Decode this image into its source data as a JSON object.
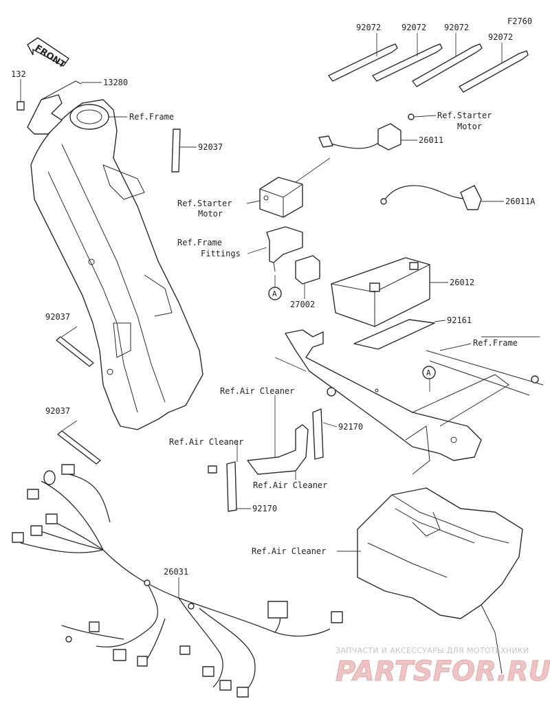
{
  "figure_code": "F2760",
  "front_label": "FRONT",
  "callouts": {
    "c_132": "132",
    "c_13280": "13280",
    "c_ref_frame_top": "Ref.Frame",
    "c_92037_top": "92037",
    "c_92072_1": "92072",
    "c_92072_2": "92072",
    "c_92072_3": "92072",
    "c_92072_4": "92072",
    "c_ref_starter_right_1": "Ref.Starter",
    "c_ref_starter_right_2": "Motor",
    "c_26011": "26011",
    "c_ref_starter_left_1": "Ref.Starter",
    "c_ref_starter_left_2": "Motor",
    "c_26011A": "26011A",
    "c_ref_frame_fittings_1": "Ref.Frame",
    "c_ref_frame_fittings_2": "Fittings",
    "c_26012": "26012",
    "c_27002": "27002",
    "c_92161": "92161",
    "c_92037_mid": "92037",
    "c_ref_frame_right": "Ref.Frame",
    "c_ref_air_cleaner_1": "Ref.Air Cleaner",
    "c_92037_low": "92037",
    "c_92170_a": "92170",
    "c_ref_air_cleaner_2": "Ref.Air Cleaner",
    "c_ref_air_cleaner_3": "Ref.Air Cleaner",
    "c_92170_b": "92170",
    "c_ref_air_cleaner_4": "Ref.Air Cleaner",
    "c_26031": "26031",
    "ref_a_1": "A",
    "ref_a_2": "A"
  },
  "watermark": {
    "tagline": "ЗАПЧАСТИ И АКСЕССУАРЫ ДЛЯ МОТОТЕХНИКИ",
    "brand": "PARTSFOR.RU"
  }
}
